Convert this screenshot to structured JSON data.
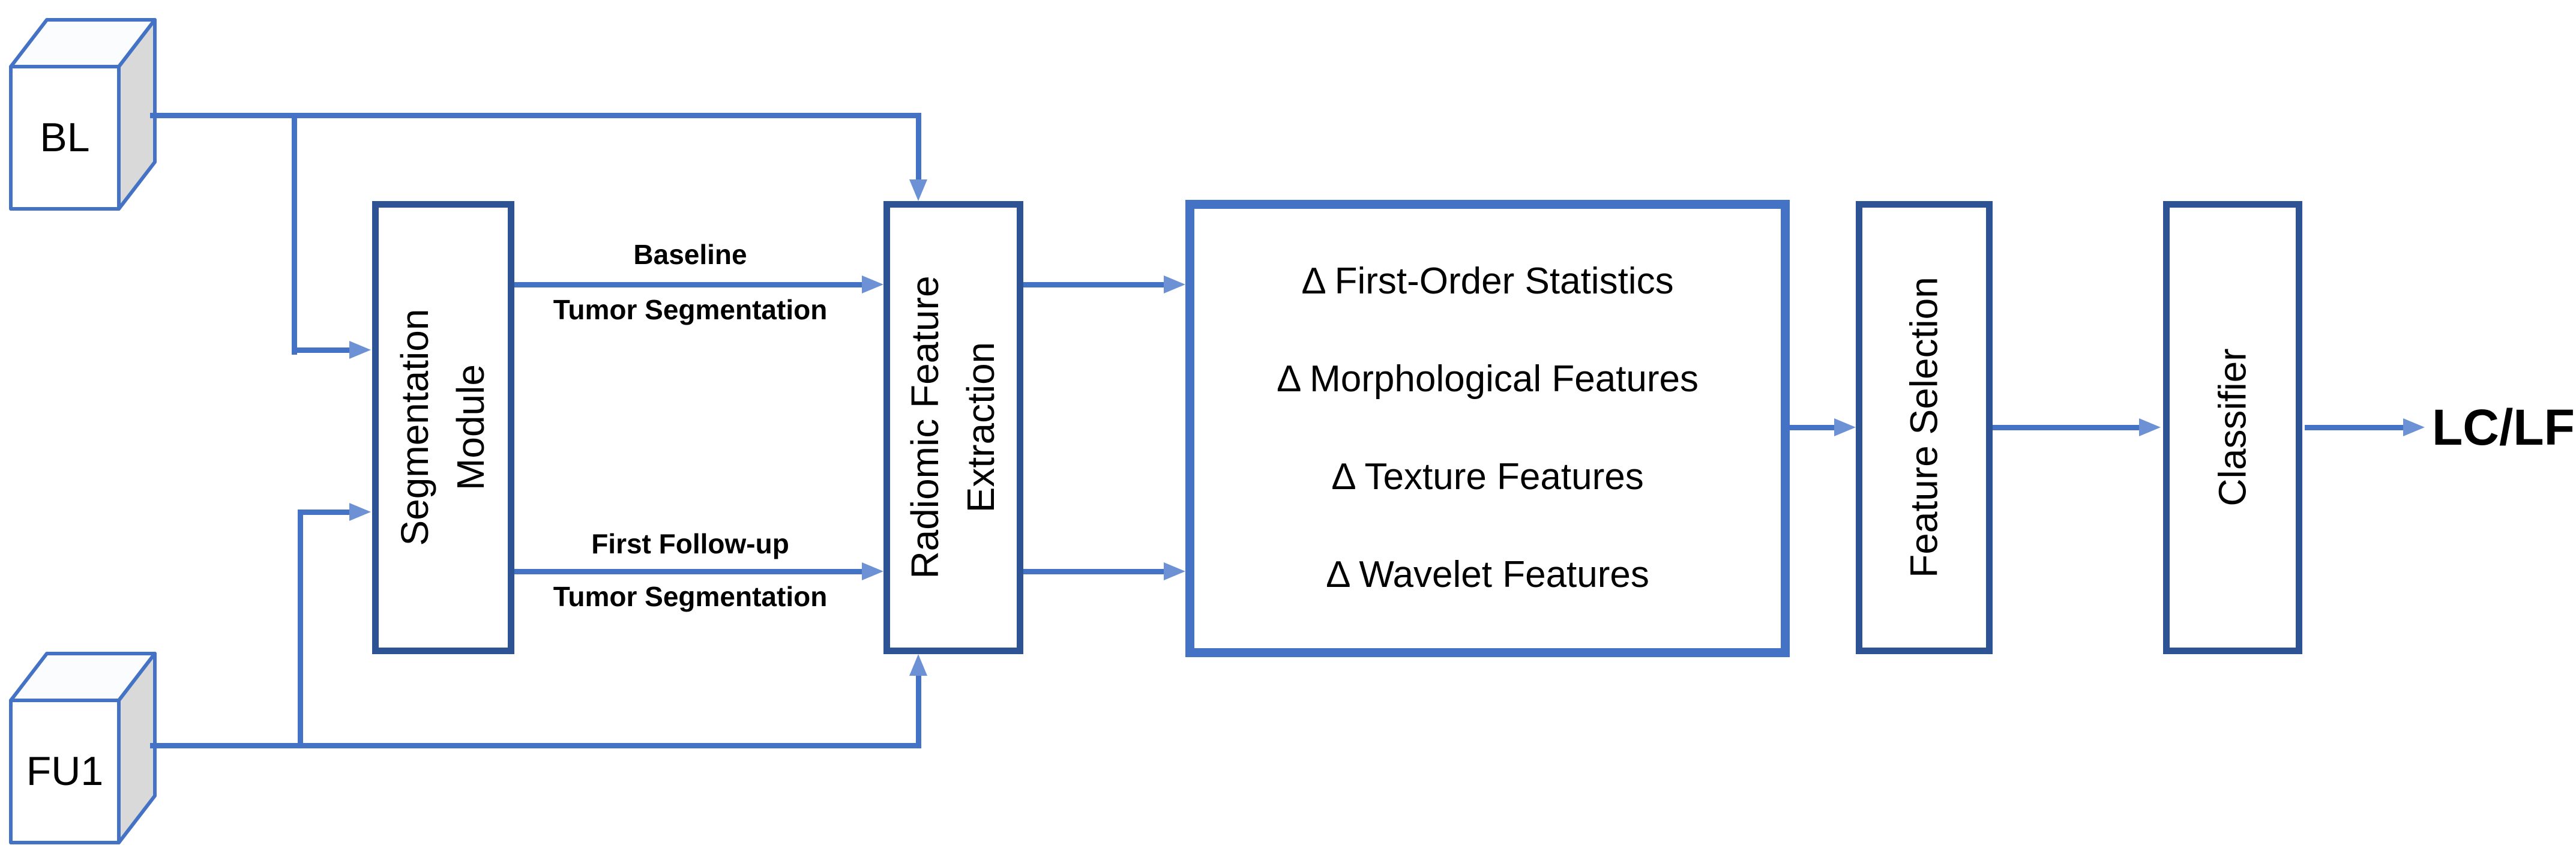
{
  "colors": {
    "line": "#4472C4",
    "arrowhead": "#6c91d4",
    "box_border": "#2E5395",
    "delta_border": "#4472C4",
    "cube_side": "#D9D9D9",
    "text": "#000000"
  },
  "inputs": {
    "baseline_label": "BL",
    "followup_label": "FU1"
  },
  "segmentation_box": {
    "line1": "Segmentation",
    "line2": "Module"
  },
  "arrow_labels": {
    "baseline": {
      "top": "Baseline",
      "bottom": "Tumor Segmentation"
    },
    "first_followup": {
      "top": "First Follow-up",
      "bottom": "Tumor Segmentation"
    }
  },
  "radiomic_box": {
    "line1": "Radiomic Feature",
    "line2": "Extraction"
  },
  "delta_box": {
    "items": [
      "Δ First-Order Statistics",
      "Δ Morphological Features",
      "Δ Texture Features",
      "Δ Wavelet Features"
    ]
  },
  "feature_selection_box": {
    "label": "Feature Selection"
  },
  "classifier_box": {
    "label": "Classifier"
  },
  "output": {
    "label": "LC/LF"
  }
}
